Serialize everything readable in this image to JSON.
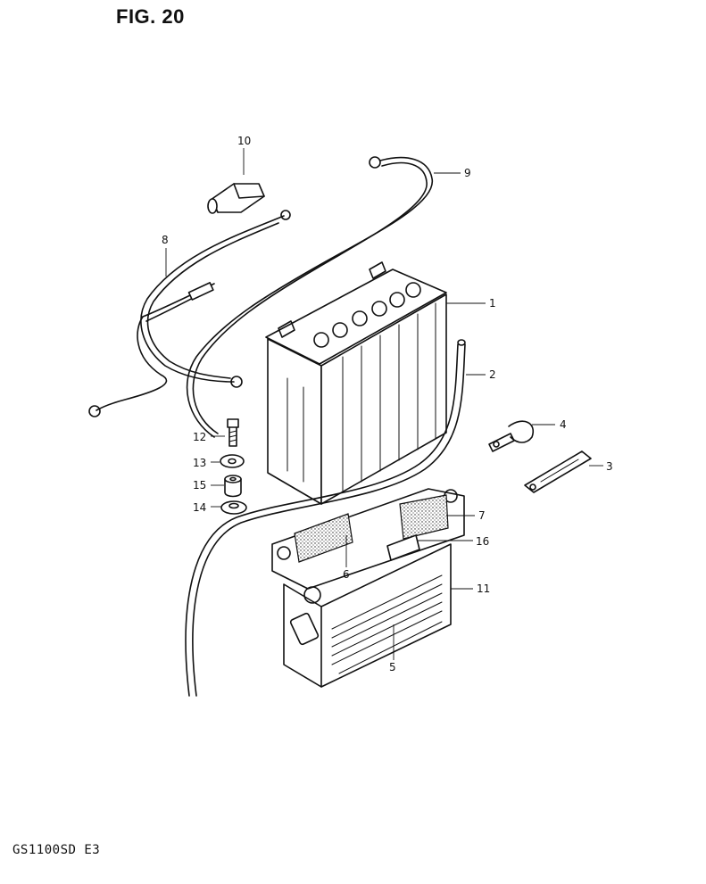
{
  "figure": {
    "title": "FIG. 20",
    "model_code": "GS1100SD E3"
  },
  "callouts": {
    "p1": "1",
    "p2": "2",
    "p3": "3",
    "p4": "4",
    "p5": "5",
    "p6": "6",
    "p7": "7",
    "p8": "8",
    "p9": "9",
    "p10": "10",
    "p11": "11",
    "p12": "12",
    "p13": "13",
    "p14": "14",
    "p15": "15",
    "p16": "16"
  }
}
